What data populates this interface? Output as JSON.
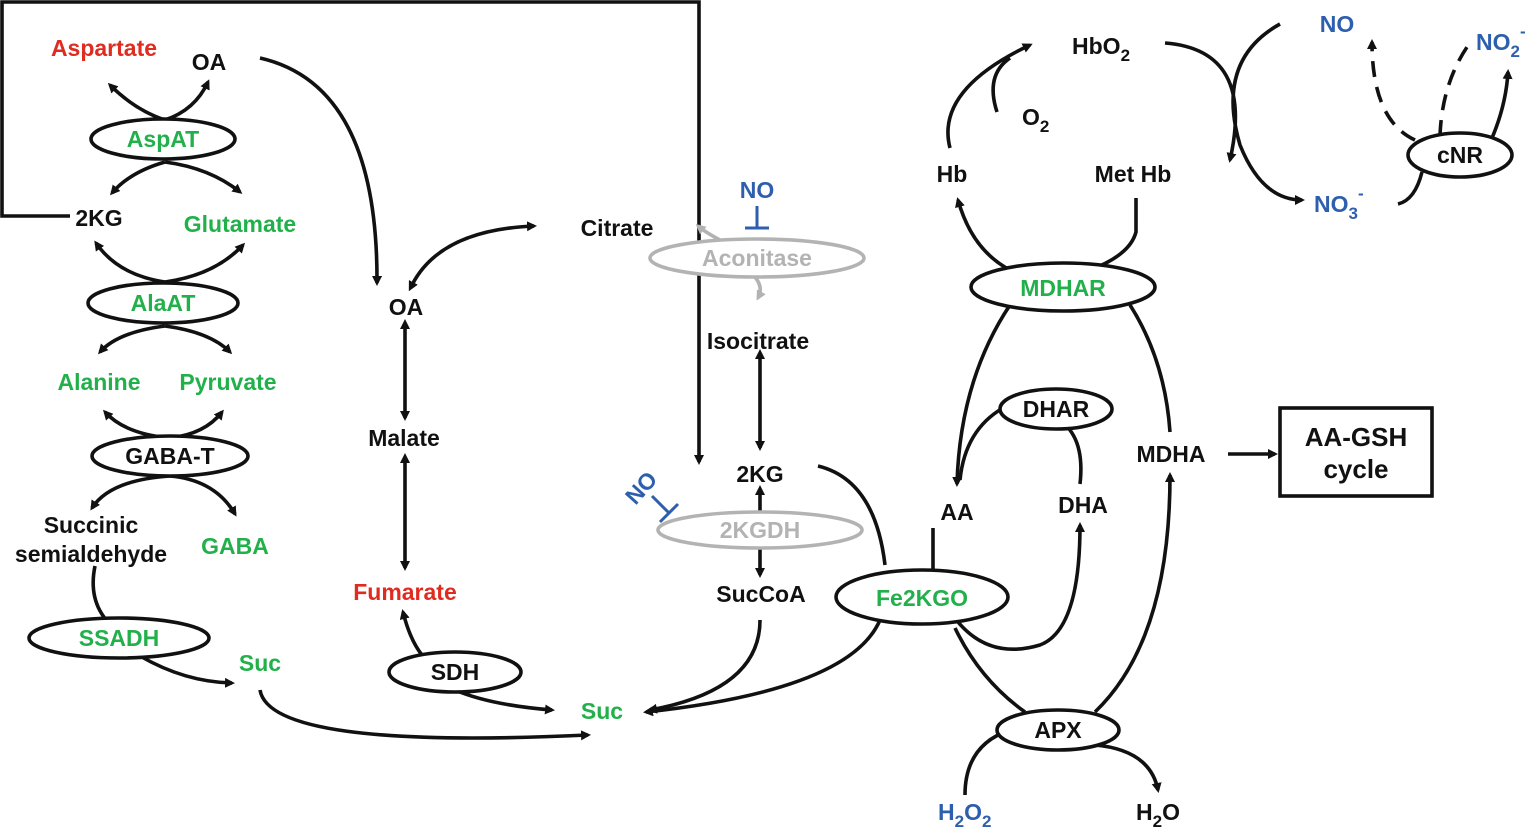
{
  "colors": {
    "black": "#111111",
    "green": "#22b04b",
    "red": "#e02b20",
    "blue": "#2e5fae",
    "gray": "#b3b3b3"
  },
  "left": {
    "aspartate": "Aspartate",
    "oa_top": "OA",
    "aspat": "AspAT",
    "twokg": "2KG",
    "glutamate": "Glutamate",
    "alaat": "AlaAT",
    "alanine": "Alanine",
    "pyruvate": "Pyruvate",
    "gabat": "GABA-T",
    "succinic": "Succinic",
    "semialdehyde": "semialdehyde",
    "gaba": "GABA",
    "ssadh": "SSADH",
    "suc_left": "Suc"
  },
  "tca": {
    "oa": "OA",
    "malate": "Malate",
    "fumarate": "Fumarate",
    "sdh": "SDH",
    "citrate": "Citrate",
    "aconitase": "Aconitase",
    "no_aconitase": "NO",
    "isocitrate": "Isocitrate",
    "twokg": "2KG",
    "kgdh": "2KGDH",
    "no_kgdh": "NO",
    "succoa": "SucCoA",
    "suc": "Suc"
  },
  "right": {
    "hbo2_main": "HbO",
    "hbo2_sub": "2",
    "o2_main": "O",
    "o2_sub": "2",
    "hb": "Hb",
    "methb": "Met Hb",
    "no": "NO",
    "no2_main": "NO",
    "no2_sub": "2",
    "no2_sup": "-",
    "cnr": "cNR",
    "no3_main": "NO",
    "no3_sub": "3",
    "no3_sup": "-",
    "mdhar": "MDHAR",
    "dhar": "DHAR",
    "aa": "AA",
    "dha": "DHA",
    "mdha": "MDHA",
    "fe2kgo": "Fe2KGO",
    "apx": "APX",
    "h2o2_a": "H",
    "h2o2_s1": "2",
    "h2o2_b": "O",
    "h2o2_s2": "2",
    "h2o_a": "H",
    "h2o_s": "2",
    "h2o_b": "O",
    "aagsh_line1": "AA-GSH",
    "aagsh_line2": "cycle"
  }
}
